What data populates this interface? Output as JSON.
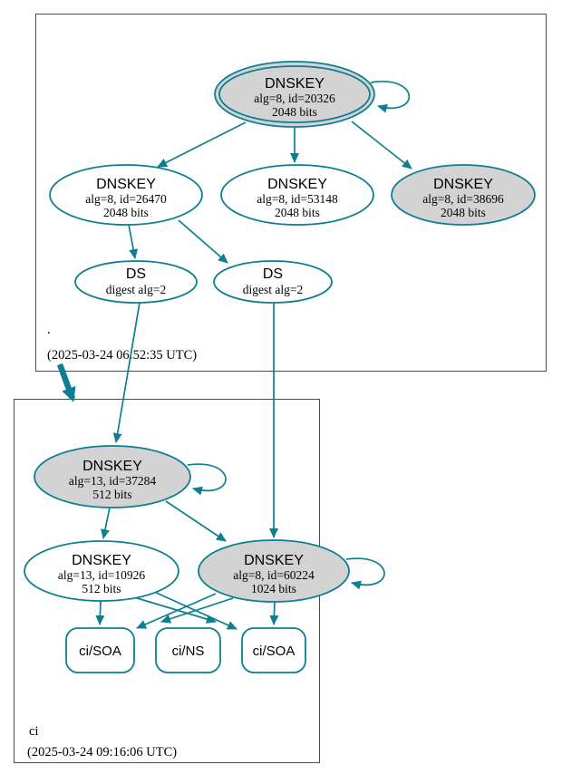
{
  "diagram": {
    "kind": "dnssec-authentication-chain",
    "colors": {
      "edge": "#0e7e93",
      "node_fill_secure": "#d3d3d3",
      "node_fill_plain": "#ffffff",
      "box_border": "#4b4b4b",
      "text_color": "#000000"
    },
    "zones": [
      {
        "name": ".",
        "timestamp": "(2025-03-24 06:52:35 UTC)"
      },
      {
        "name": "ci",
        "timestamp": "(2025-03-24 09:16:06 UTC)"
      }
    ],
    "nodes": {
      "root_ksk": {
        "title": "DNSKEY",
        "detail": "alg=8, id=20326",
        "bits": "2048 bits"
      },
      "root_zsk_26470": {
        "title": "DNSKEY",
        "detail": "alg=8, id=26470",
        "bits": "2048 bits"
      },
      "root_zsk_53148": {
        "title": "DNSKEY",
        "detail": "alg=8, id=53148",
        "bits": "2048 bits"
      },
      "root_ksk_38696": {
        "title": "DNSKEY",
        "detail": "alg=8, id=38696",
        "bits": "2048 bits"
      },
      "ds_left": {
        "title": "DS",
        "detail": "digest alg=2"
      },
      "ds_right": {
        "title": "DS",
        "detail": "digest alg=2"
      },
      "ci_ksk_37284": {
        "title": "DNSKEY",
        "detail": "alg=13, id=37284",
        "bits": "512 bits"
      },
      "ci_zsk_10926": {
        "title": "DNSKEY",
        "detail": "alg=13, id=10926",
        "bits": "512 bits"
      },
      "ci_zsk_60224": {
        "title": "DNSKEY",
        "detail": "alg=8, id=60224",
        "bits": "1024 bits"
      },
      "rrset_soa_left": {
        "label": "ci/SOA"
      },
      "rrset_ns": {
        "label": "ci/NS"
      },
      "rrset_soa_right": {
        "label": "ci/SOA"
      }
    },
    "edges": [
      {
        "from": "dnskey-20326",
        "to": "dnskey-20326",
        "type": "self-sign"
      },
      {
        "from": "dnskey-20326",
        "to": "dnskey-26470",
        "type": "sign"
      },
      {
        "from": "dnskey-20326",
        "to": "dnskey-53148",
        "type": "sign"
      },
      {
        "from": "dnskey-20326",
        "to": "dnskey-38696",
        "type": "sign"
      },
      {
        "from": "dnskey-26470",
        "to": "ds-left",
        "type": "sign"
      },
      {
        "from": "dnskey-26470",
        "to": "ds-right",
        "type": "sign"
      },
      {
        "from": "ds-left",
        "to": "dnskey-37284",
        "type": "delegation"
      },
      {
        "from": "ds-right",
        "to": "dnskey-60224",
        "type": "delegation"
      },
      {
        "from": "zone-root",
        "to": "zone-ci",
        "type": "zone-delegation"
      },
      {
        "from": "dnskey-37284",
        "to": "dnskey-37284",
        "type": "self-sign"
      },
      {
        "from": "dnskey-37284",
        "to": "dnskey-10926",
        "type": "sign"
      },
      {
        "from": "dnskey-37284",
        "to": "dnskey-60224",
        "type": "sign"
      },
      {
        "from": "dnskey-60224",
        "to": "dnskey-60224",
        "type": "self-sign"
      },
      {
        "from": "dnskey-10926",
        "to": "ci-soa-left",
        "type": "sign"
      },
      {
        "from": "dnskey-10926",
        "to": "ci-ns",
        "type": "sign"
      },
      {
        "from": "dnskey-10926",
        "to": "ci-soa-right",
        "type": "sign"
      },
      {
        "from": "dnskey-60224",
        "to": "ci-soa-left",
        "type": "sign"
      },
      {
        "from": "dnskey-60224",
        "to": "ci-ns",
        "type": "sign"
      },
      {
        "from": "dnskey-60224",
        "to": "ci-soa-right",
        "type": "sign"
      }
    ]
  }
}
